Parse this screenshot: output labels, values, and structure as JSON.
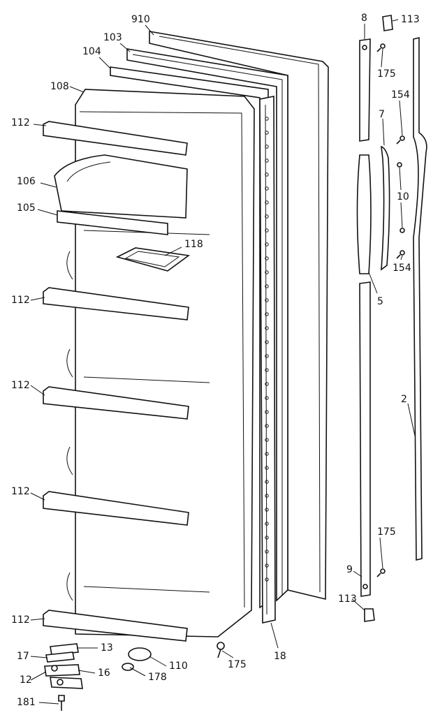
{
  "callouts": {
    "c910": "910",
    "c103": "103",
    "c104": "104",
    "c108": "108",
    "c112a": "112",
    "c106": "106",
    "c105": "105",
    "c118": "118",
    "c112b": "112",
    "c112c": "112",
    "c112d": "112",
    "c112e": "112",
    "c17": "17",
    "c13": "13",
    "c16": "16",
    "c12": "12",
    "c181": "181",
    "c178": "178",
    "c110": "110",
    "c175a": "175",
    "c18": "18",
    "c8": "8",
    "c113a": "113",
    "c175b": "175",
    "c154a": "154",
    "c7": "7",
    "c10": "10",
    "c154b": "154",
    "c5": "5",
    "c2": "2",
    "c175c": "175",
    "c9": "9",
    "c113b": "113"
  }
}
